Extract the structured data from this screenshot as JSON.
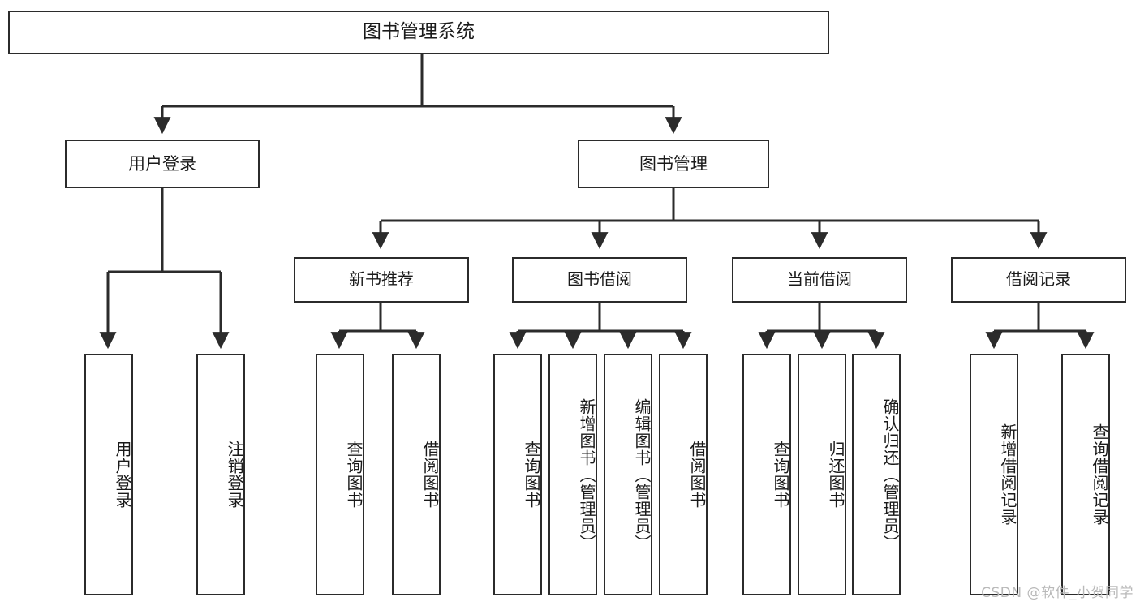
{
  "diagram": {
    "title": "图书管理系统",
    "watermark": "CSDN @软件_小贺同学",
    "stroke_color": "#2b2b2b",
    "fill_color": "#ffffff",
    "watermark_color": "#b9b9b9",
    "root": {
      "label": "图书管理系统"
    },
    "level1": [
      {
        "id": "user-login",
        "label": "用户登录"
      },
      {
        "id": "book-manage",
        "label": "图书管理"
      }
    ],
    "level2": [
      {
        "id": "new-book-rec",
        "label": "新书推荐"
      },
      {
        "id": "book-borrow",
        "label": "图书借阅"
      },
      {
        "id": "current-borrow",
        "label": "当前借阅"
      },
      {
        "id": "borrow-record",
        "label": "借阅记录"
      }
    ],
    "leaves": {
      "user_login": [
        {
          "id": "leaf-user-login",
          "label": "用户登录"
        },
        {
          "id": "leaf-logout",
          "label": "注销登录"
        }
      ],
      "new_book_rec": [
        {
          "id": "leaf-query-book-1",
          "label": "查询图书"
        },
        {
          "id": "leaf-borrow-book-1",
          "label": "借阅图书"
        }
      ],
      "book_borrow": [
        {
          "id": "leaf-query-book-2",
          "label": "查询图书"
        },
        {
          "id": "leaf-add-book",
          "label": "新增图书（管理员）"
        },
        {
          "id": "leaf-edit-book",
          "label": "编辑图书（管理员）"
        },
        {
          "id": "leaf-borrow-book-2",
          "label": "借阅图书"
        }
      ],
      "current_borrow": [
        {
          "id": "leaf-query-book-3",
          "label": "查询图书"
        },
        {
          "id": "leaf-return-book",
          "label": "归还图书"
        },
        {
          "id": "leaf-confirm-return",
          "label": "确认归还（管理员）"
        }
      ],
      "borrow_record": [
        {
          "id": "leaf-add-record",
          "label": "新增借阅记录"
        },
        {
          "id": "leaf-query-record",
          "label": "查询借阅记录"
        }
      ]
    }
  }
}
